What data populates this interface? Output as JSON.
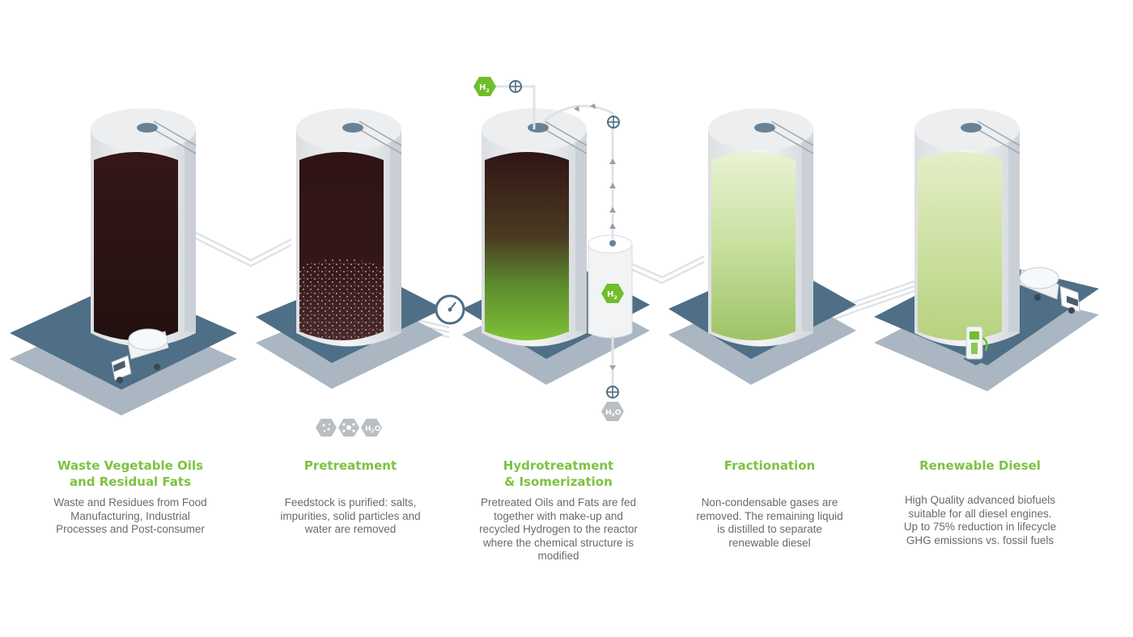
{
  "colors": {
    "accent_green": "#7dc242",
    "base_blue": "#4e6f86",
    "base_shadow": "#aab6c2",
    "oil_dark": "#2c1214",
    "diesel_green": "#c2dc94",
    "text_gray": "#6a6a6a"
  },
  "stages": [
    {
      "title_lines": [
        "Waste Vegetable Oils",
        "and Residual Fats"
      ],
      "description": "Waste and Residues from Food Manufacturing, Industrial Processes and Post-consumer"
    },
    {
      "title_lines": [
        "Pretreatment"
      ],
      "description": "Feedstock is purified: salts, impurities, solid particles and water are removed"
    },
    {
      "title_lines": [
        "Hydrotreatment",
        "& Isomerization"
      ],
      "description": "Pretreated Oils and Fats are fed together with make-up and recycled Hydrogen to the reactor where the chemical structure is modified"
    },
    {
      "title_lines": [
        "Fractionation"
      ],
      "description": "Non-condensable gases are removed. The remaining liquid is distilled to separate renewable diesel"
    },
    {
      "title_lines": [
        "Renewable Diesel"
      ],
      "description": "High Quality advanced biofuels suitable for all diesel engines. Up to 75% reduction in lifecycle GHG emissions vs. fossil fuels"
    }
  ],
  "badges": {
    "hydrogen_main": {
      "symbol": "H",
      "subscript": "2"
    },
    "hydrogen_tank": {
      "symbol": "H",
      "subscript": "2"
    },
    "water_out": {
      "symbol": "H",
      "subscript": "2",
      "suffix": "O"
    },
    "water_pretreat": {
      "symbol": "H",
      "subscript": "2",
      "suffix": "O"
    }
  },
  "icons": [
    "truck-icon",
    "fuel-pump-icon",
    "valve-icon",
    "pressure-gauge-icon",
    "salt-icon",
    "impurity-icon",
    "hydrogen-icon",
    "water-icon"
  ]
}
